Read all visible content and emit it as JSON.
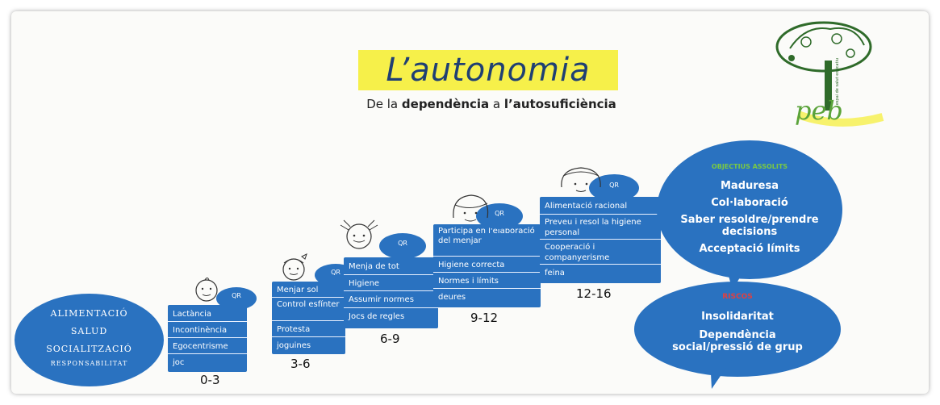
{
  "header": {
    "title": "L’autonomia",
    "subtitle_pre": "De la ",
    "subtitle_b1": "dependència",
    "subtitle_mid": " a ",
    "subtitle_b2": "l’autosuficiència"
  },
  "left_circle": [
    "ALIMENTACIÓ",
    "SALUD",
    "SOCIALITZACIÓ",
    "RESPONSABILITAT"
  ],
  "qr_label": "QR",
  "steps": [
    {
      "age": "0-3",
      "items": [
        "Lactància",
        "Incontinència",
        "Egocentrisme",
        "joc"
      ]
    },
    {
      "age": "3-6",
      "items": [
        "Menjar sol",
        "Control esfínter",
        "Protesta",
        "joguines"
      ]
    },
    {
      "age": "6-9",
      "items": [
        "Menja de tot",
        "Higiene",
        "Assumir normes",
        "Jocs de regles"
      ]
    },
    {
      "age": "9-12",
      "items": [
        "Participa en l'elaboració del menjar",
        "Higiene correcta",
        "Normes i límits",
        "deures"
      ]
    },
    {
      "age": "12-16",
      "items": [
        "Alimentació racional",
        "Preveu i resol la higiene personal",
        "Cooperació i companyerisme",
        "feina"
      ]
    }
  ],
  "bubble_top": {
    "heading": "OBJECTIUS ASSOLITS",
    "items": [
      "Maduresa",
      "Col·laboració",
      "Saber resoldre/prendre decisions",
      "Acceptació límits"
    ]
  },
  "bubble_bottom": {
    "heading": "RISCOS",
    "items": [
      "Insolidaritat",
      "Dependència social/pressió de grup"
    ]
  },
  "logo": {
    "text": "peb",
    "caption": "espai de salut educatiu",
    "tree_color": "#2f6b2a",
    "accent_color": "#7ac943"
  },
  "colors": {
    "blue": "#2a72c0",
    "yellow": "#f6f04a",
    "title_text": "#1f3f73"
  }
}
